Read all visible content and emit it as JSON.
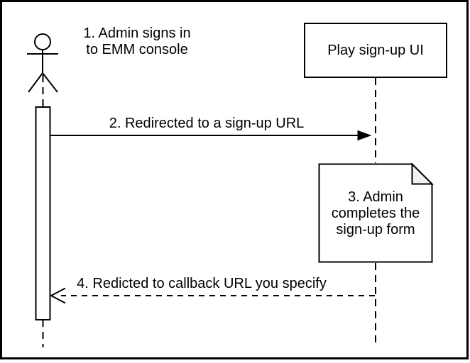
{
  "diagram": {
    "actor": {
      "label": "1. Admin signs in\nto EMM console"
    },
    "participant": {
      "label": "Play sign-up UI"
    },
    "messages": {
      "redirect": {
        "label": "2. Redirected to a sign-up URL",
        "style": "solid"
      },
      "callback": {
        "label": "4. Redicted to callback URL you specify",
        "style": "dashed"
      }
    },
    "note": {
      "label": "3. Admin\ncompletes the\nsign-up form"
    },
    "colors": {
      "stroke": "#000000",
      "background": "#ffffff",
      "note_fold": "#f2f2f2"
    }
  }
}
